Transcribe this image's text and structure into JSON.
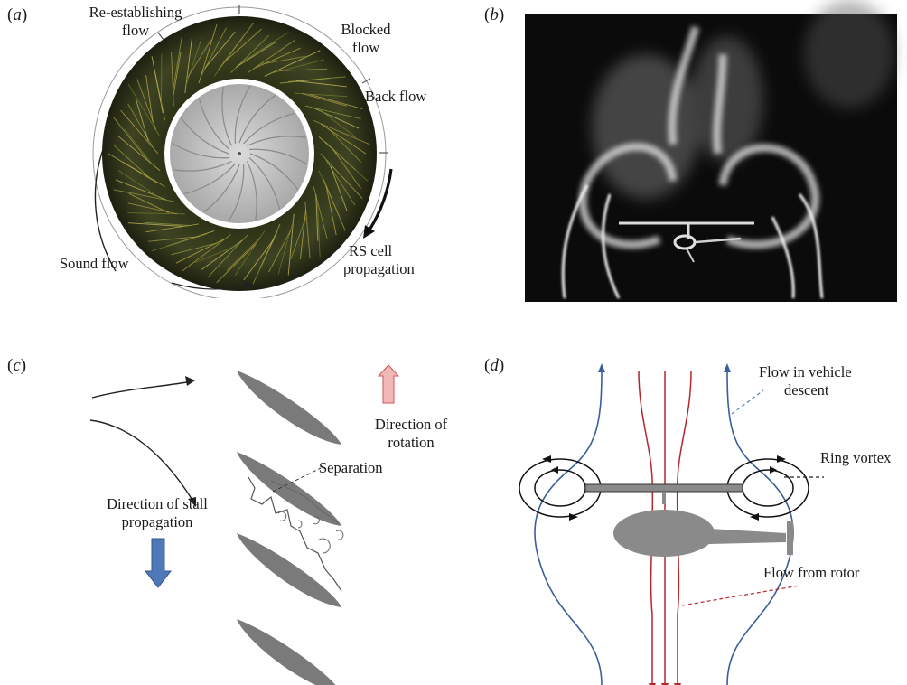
{
  "panels": {
    "a": {
      "label_open": "(",
      "label_letter": "a",
      "label_close": ")",
      "annotations": {
        "re_establishing": [
          "Re-establishing",
          "flow"
        ],
        "blocked": [
          "Blocked",
          "flow"
        ],
        "back_flow": "Back flow",
        "sound_flow": "Sound flow",
        "rs_cell": [
          "RS cell",
          "propagation"
        ]
      }
    },
    "b": {
      "label_open": "(",
      "label_letter": "b",
      "label_close": ")"
    },
    "c": {
      "label_open": "(",
      "label_letter": "c",
      "label_close": ")",
      "annotations": {
        "separation": "Separation",
        "rotation": [
          "Direction of",
          "rotation"
        ],
        "stall": [
          "Direction of stall",
          "propagation"
        ]
      }
    },
    "d": {
      "label_open": "(",
      "label_letter": "d",
      "label_close": ")",
      "annotations": {
        "descent": [
          "Flow in vehicle",
          "descent"
        ],
        "ring_vortex": "Ring vortex",
        "from_rotor": "Flow from rotor"
      }
    }
  },
  "colors": {
    "blade_gray": "#7a7a7a",
    "flow_blue": "#3a5f9a",
    "flow_red": "#b5262b",
    "arrow_pink": "#f2b8b8",
    "arrow_blue": "#4e78b8",
    "leader_blue": "#4a86c5"
  }
}
